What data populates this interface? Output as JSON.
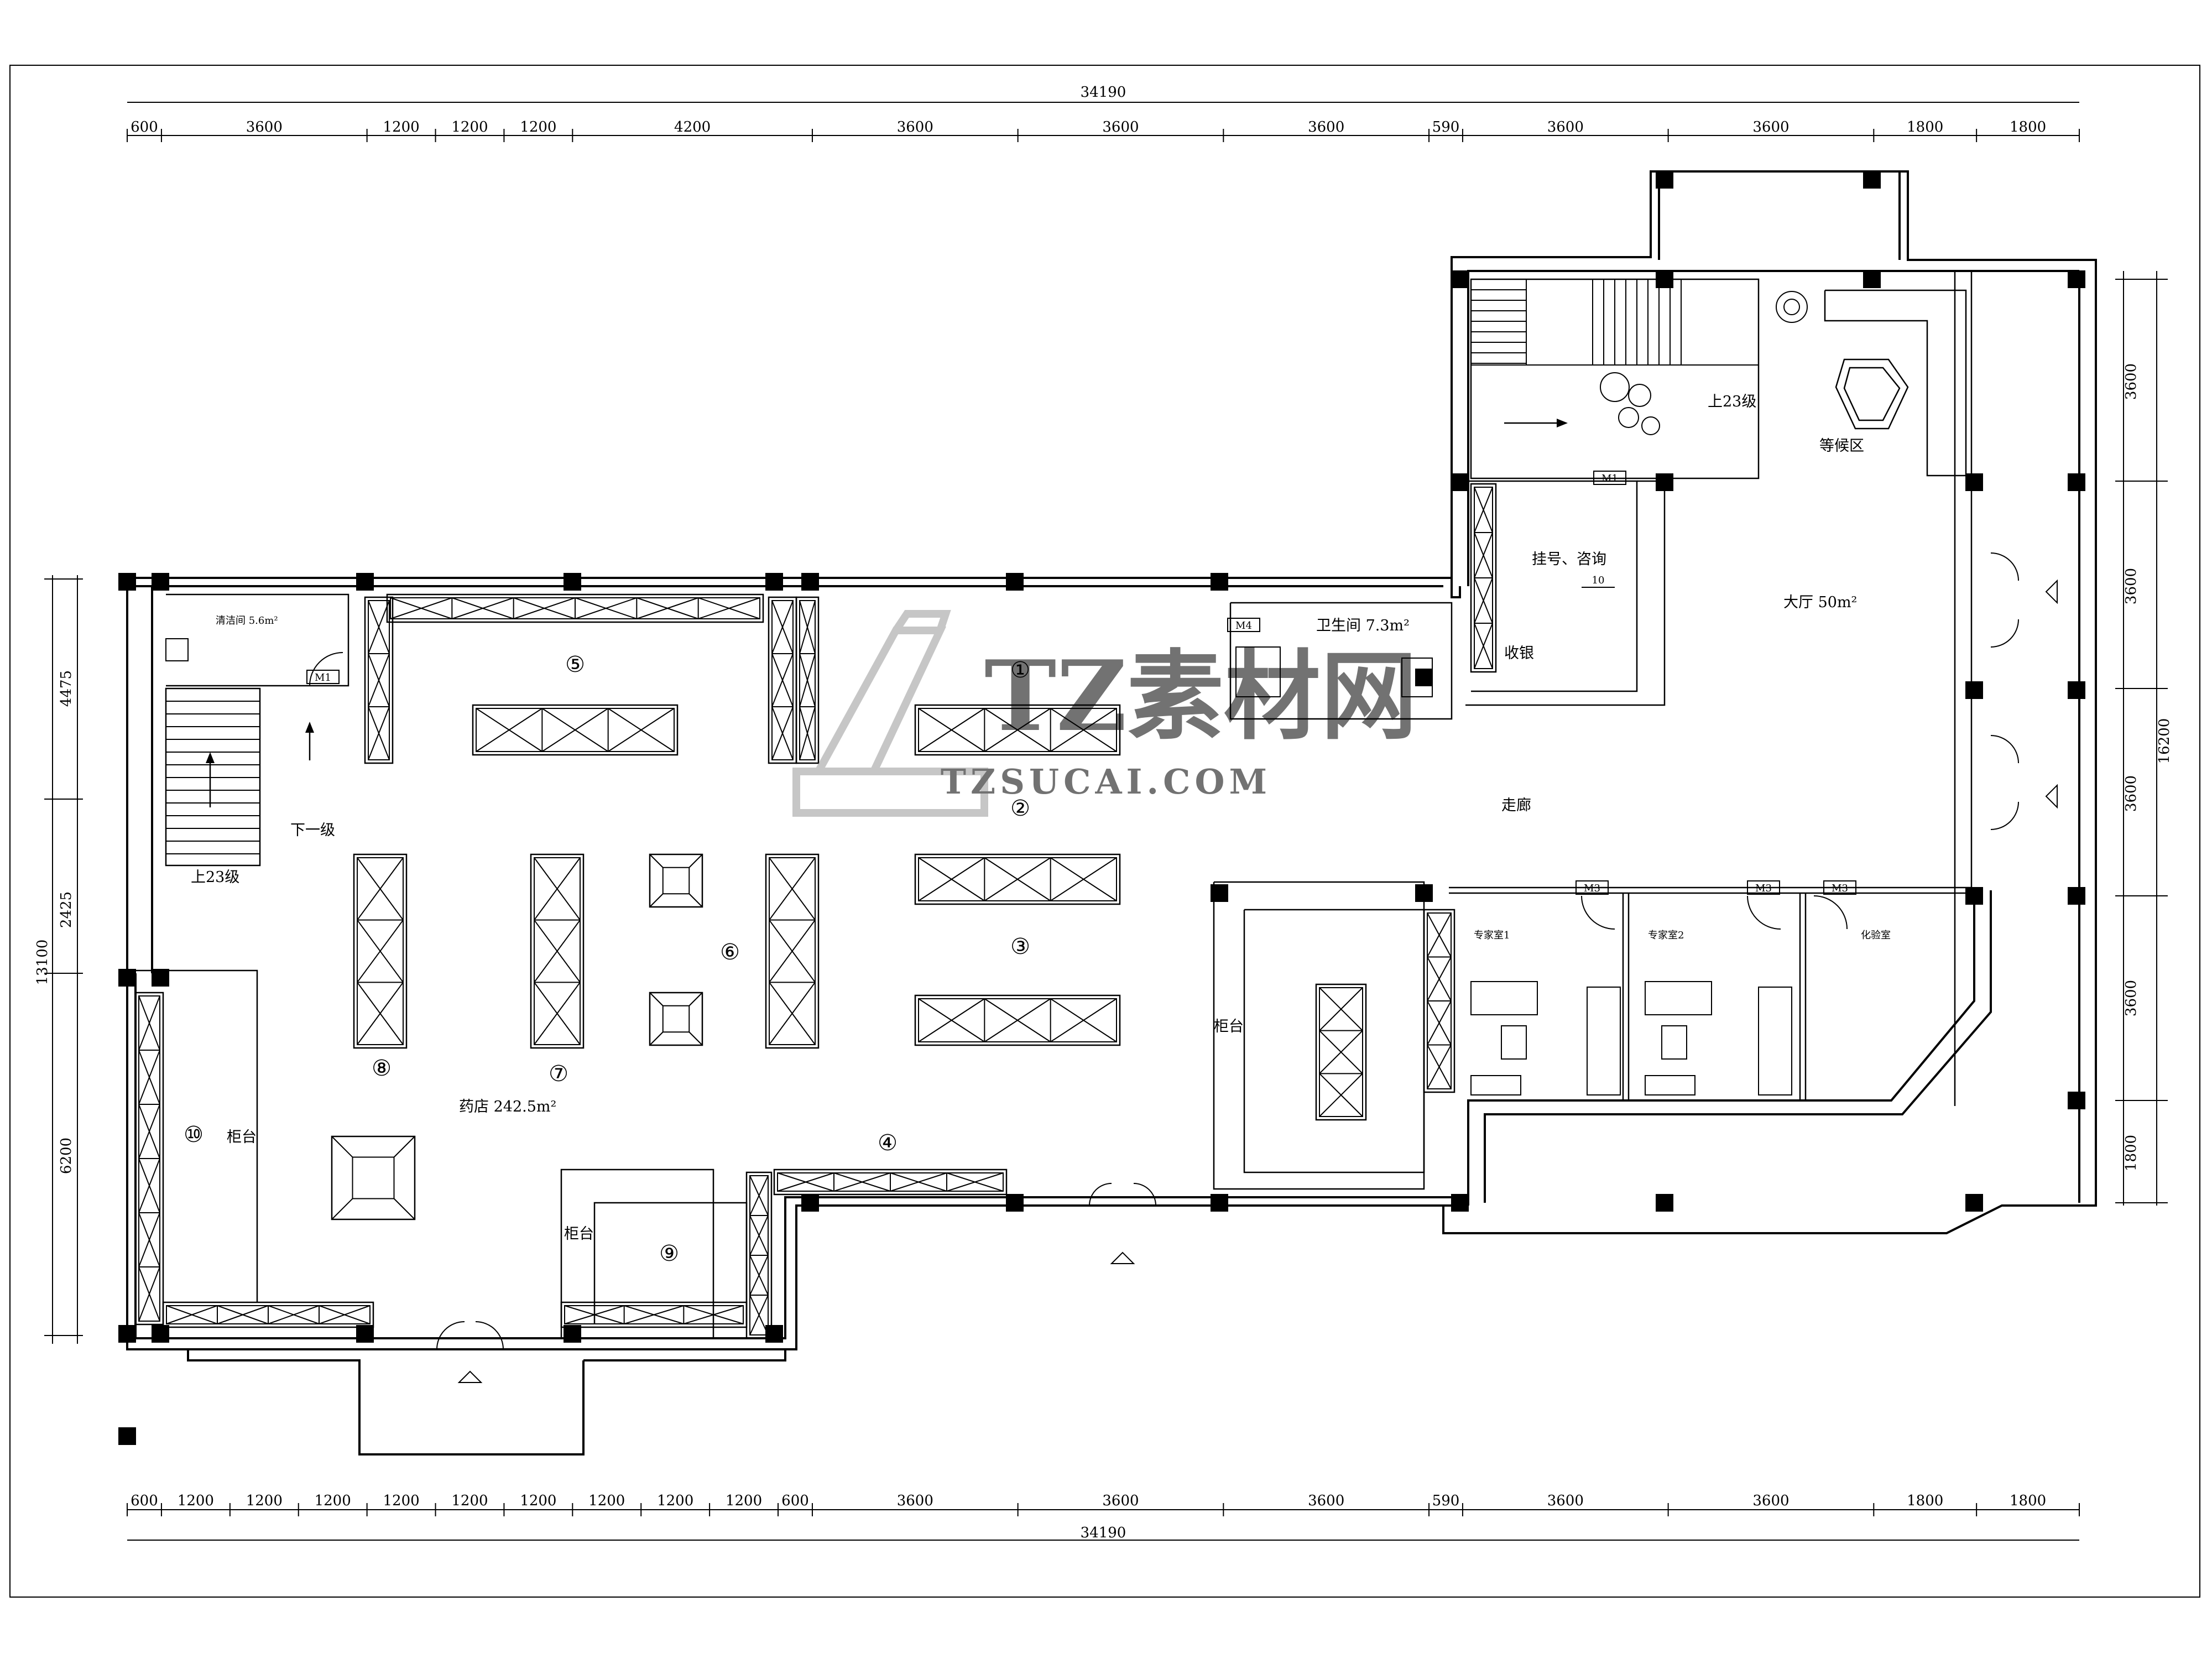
{
  "dimensions": {
    "total": "34190",
    "top": [
      "600",
      "3600",
      "1200",
      "1200",
      "1200",
      "4200",
      "3600",
      "3600",
      "3600",
      "590",
      "3600",
      "3600",
      "1800",
      "1800"
    ],
    "bottom": [
      "600",
      "1200",
      "1200",
      "1200",
      "1200",
      "1200",
      "1200",
      "1200",
      "1200",
      "1200",
      "600",
      "3600",
      "3600",
      "3600",
      "590",
      "3600",
      "3600",
      "1800",
      "1800"
    ],
    "left_upper": [
      "4475",
      "2425",
      "6200"
    ],
    "left_total": "13100",
    "right": [
      "3600",
      "3600",
      "3600",
      "3600",
      "1800"
    ],
    "right_total": "16200"
  },
  "rooms": {
    "cleaning": "清洁间 5.6m²",
    "toilet": "卫生间 7.3m²",
    "waiting": "等候区",
    "registration": "挂号、咨询",
    "cashier": "收银",
    "lobby": "大厅 50m²",
    "corridor": "走廊",
    "pharmacy": "药店 242.5m²",
    "expert1": "专家室1",
    "expert2": "专家室2",
    "lab": "化验室"
  },
  "labels": {
    "down1": "下一级",
    "up23_left": "上23级",
    "up23_right": "上23级",
    "counter_left": "柜台",
    "counter_mid": "柜台",
    "counter_right": "柜台",
    "reg_num": "10"
  },
  "doors": {
    "m1a": "M1",
    "m1b": "M1",
    "m4": "M4",
    "m3a": "M3",
    "m3b": "M3",
    "m3c": "M3"
  },
  "shelves": [
    "①",
    "②",
    "③",
    "④",
    "⑤",
    "⑥",
    "⑦",
    "⑧",
    "⑨",
    "⑩"
  ],
  "watermark": {
    "brand": "TZ素材网",
    "url": "TZSUCAI.COM"
  }
}
